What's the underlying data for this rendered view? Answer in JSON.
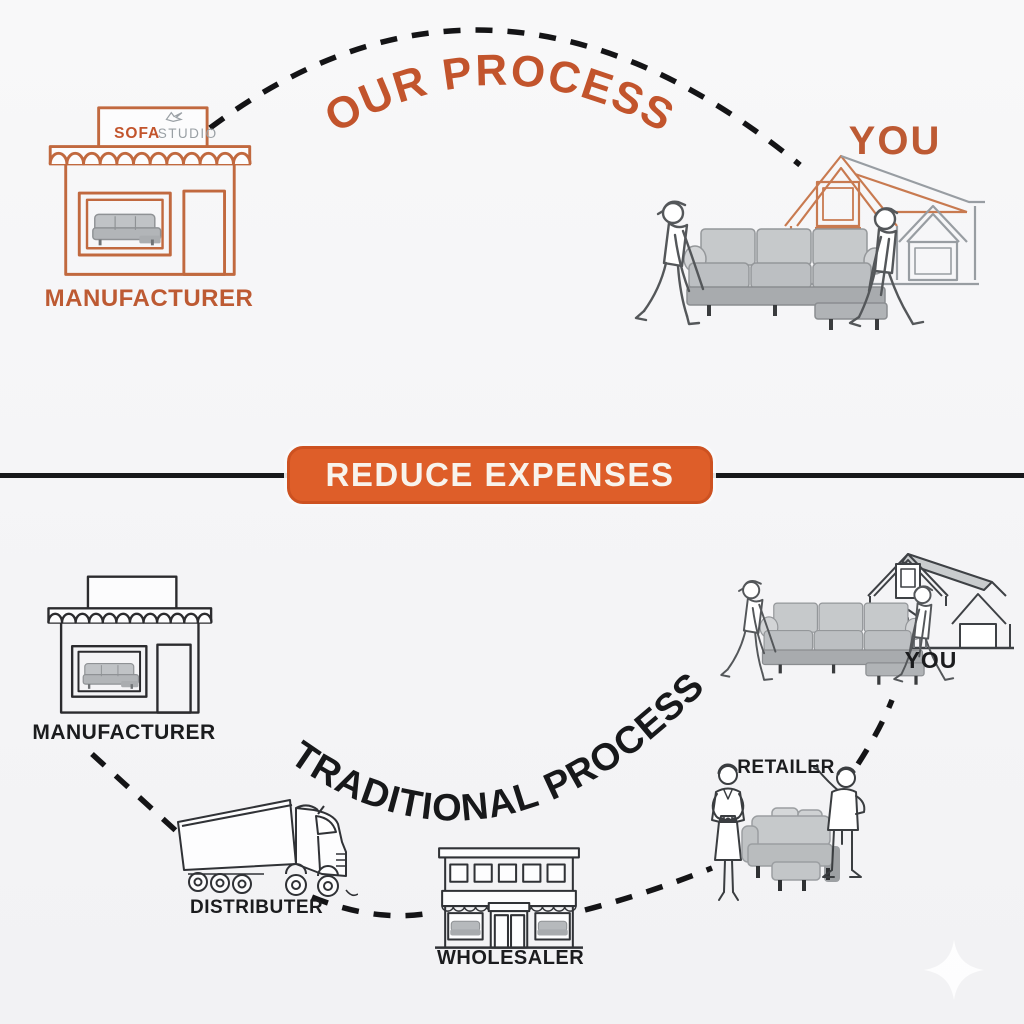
{
  "top": {
    "title": "OUR PROCESS",
    "store_sign": {
      "brand": "SOFA",
      "suffix": "STUDIO"
    },
    "manufacturer_label": "MANUFACTURER",
    "you_label": "YOU"
  },
  "divider": {
    "banner_label": "REDUCE EXPENSES"
  },
  "bottom": {
    "title": "TRADITIONAL PROCESS",
    "manufacturer_label": "MANUFACTURER",
    "distributer_label": "DISTRIBUTER",
    "wholesaler_label": "WHOLESALER",
    "retailer_label": "RETAILER",
    "you_label": "YOU"
  },
  "colors": {
    "accent_orange": "#de5e29",
    "orange_text": "#c2542c",
    "orange_outline": "#c1693f",
    "banner_text": "#f8f3ec",
    "connector_black": "#141416"
  },
  "icons": {
    "store": "storefront-outline",
    "house": "house-outline",
    "truck": "delivery-truck-outline",
    "movers": "two-movers-carrying-sofa",
    "sofa": "gray-sofa",
    "sparkle": "four-point-star",
    "bird": "bird-sketch"
  }
}
